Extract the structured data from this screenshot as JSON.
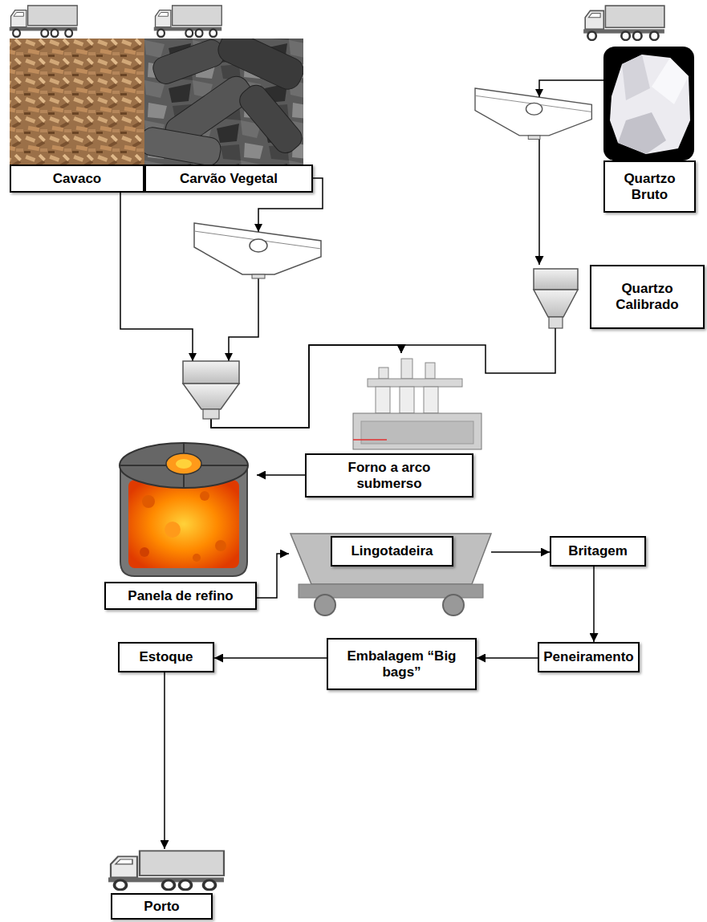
{
  "diagram": {
    "nodes": [
      {
        "text": [
          "Cavaco"
        ]
      },
      {
        "text": [
          "Carvão Vegetal"
        ]
      },
      {
        "text": [
          "Quartzo Bruto"
        ]
      },
      {
        "text": [
          "Quartzo Calibrado"
        ]
      },
      {
        "text": [
          "Forno a arco submerso"
        ]
      },
      {
        "text": [
          "Panela de refino"
        ]
      },
      {
        "text": [
          "Lingotadeira"
        ]
      },
      {
        "text": [
          "Britagem"
        ]
      },
      {
        "text": [
          "Peneiramento"
        ]
      },
      {
        "text": [
          "Embalagem “Big bags”"
        ]
      },
      {
        "text": [
          "Estoque"
        ]
      },
      {
        "text": [
          "Porto"
        ]
      }
    ],
    "edges": [
      {
        "from": 0,
        "to": 4,
        "arrow": "to"
      },
      {
        "from": 1,
        "to": 4,
        "arrow": "to"
      },
      {
        "from": 2,
        "to": 3,
        "arrow": "to"
      },
      {
        "from": 3,
        "to": 4,
        "arrow": "to"
      },
      {
        "from": 4,
        "to": 5,
        "arrow": "to"
      },
      {
        "from": 5,
        "to": 6,
        "arrow": "to"
      },
      {
        "from": 6,
        "to": 7,
        "arrow": "to"
      },
      {
        "from": 7,
        "to": 8,
        "arrow": "to"
      },
      {
        "from": 8,
        "to": 9,
        "arrow": "to"
      },
      {
        "from": 9,
        "to": 10,
        "arrow": "to"
      },
      {
        "from": 10,
        "to": 11,
        "arrow": "to"
      }
    ]
  }
}
